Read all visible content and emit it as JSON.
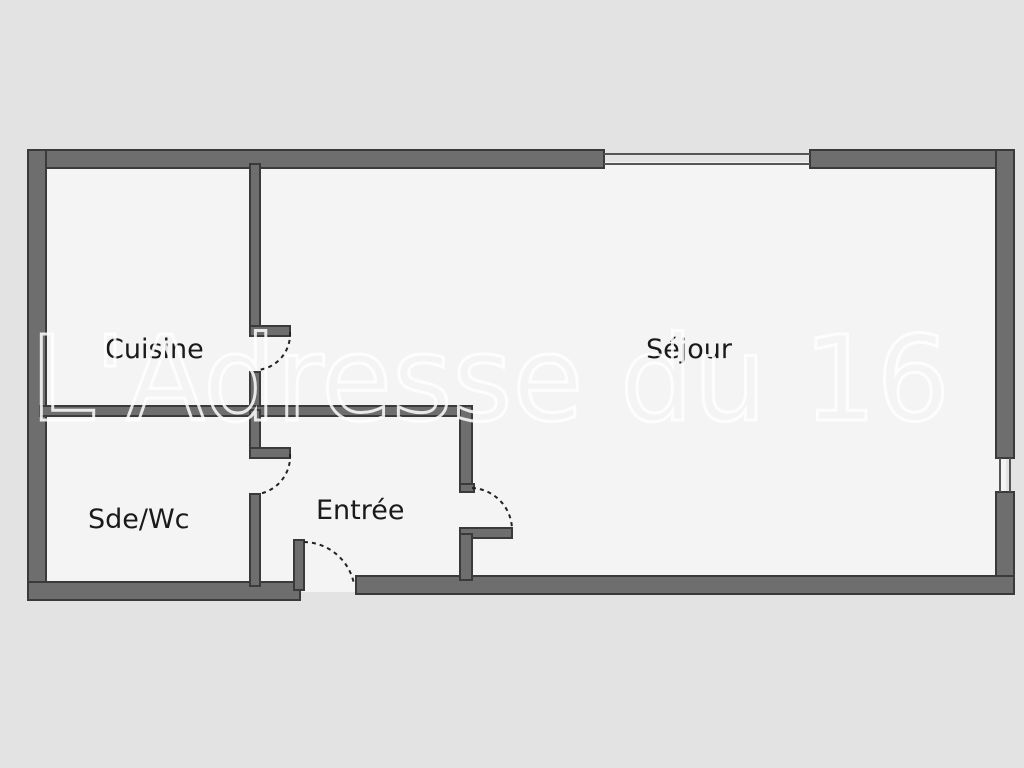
{
  "plan": {
    "rooms": {
      "kitchen": "Cuisine",
      "living": "Séjour",
      "bathroom": "Sde/Wc",
      "entry": "Entrée"
    },
    "watermark": "L'Adresse du 16"
  },
  "colors": {
    "background": "#e3e3e3",
    "wall": "#6e6e6e",
    "room_fill": "#f4f4f4",
    "label": "#1a1a1a"
  }
}
